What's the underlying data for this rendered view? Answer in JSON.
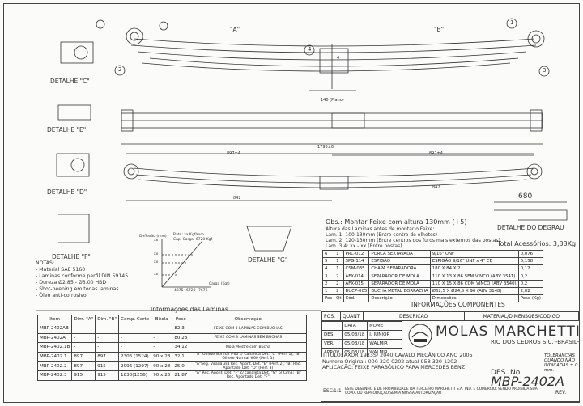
{
  "callouts": {
    "c1": "1",
    "c2": "2",
    "c3": "3",
    "c4": "4"
  },
  "views": {
    "a_label": "\"A\"",
    "b_label": "\"B\"",
    "detail_c": "DETALHE \"C\"",
    "detail_e": "DETALHE \"E\"",
    "detail_d": "DETALHE \"D\"",
    "detail_f": "DETALHE \"F\"",
    "detail_g": "DETALHE \"G\"",
    "detail_degrau": "DETALHE DO DEGRAU",
    "plano": "140 (Plano)",
    "dim_1796": "1796±6",
    "dim_897a": "897±4",
    "dim_897b": "897±4",
    "dim_842a": "842",
    "dim_842b": "842",
    "dim_680": "680",
    "dim_4": "4"
  },
  "load_chart": {
    "deflection_label": "Deflexão (mm)",
    "rate": "Rate: xx Kgf/mm",
    "cap": "Cap. Carga: 6720 Kgf",
    "load_label": "Carga (Kgf)",
    "x_ticks": [
      "4375",
      "6720",
      "7676"
    ],
    "y_ticks": [
      "xx",
      "xx",
      "xx",
      "xx"
    ]
  },
  "notes": {
    "title": "NOTAS:",
    "lines": [
      "- Material SAE 5160",
      "- Laminas conforme perfil DIN 59145",
      "- Dureza Ø2.85 - Ø3.00 HBD",
      "- Shot-peening em todas laminas",
      "- Óleo anti-corrosivo"
    ]
  },
  "obs": {
    "headline": "Obs.: Montar Feixe com altura 130mm (+5)",
    "lines": [
      "Altura das Laminas antes de montar o Feixe:",
      "Lam. 1: 100-130mm (Entre centro de olhetes)",
      "Lam. 2: 120-130mm (Entre centros dos furos mais externos das postas)",
      "Lam. 3,4: xx - xx (Entre postas)"
    ],
    "total": "Total Acessórios: 3,33Kg"
  },
  "components": {
    "title": "INFORMAÇÕES COMPONENTES",
    "headers": [
      "Pos",
      "Qt",
      "Cód.",
      "Descrição",
      "Dimensões",
      "Peso (Kg)"
    ],
    "rows": [
      [
        "6",
        "1",
        "PRC-012",
        "PORCA SEXTAVADA",
        "9/16\" UNF",
        "0,076"
      ],
      [
        "5",
        "1",
        "SPG-114",
        "ESPIGÃO",
        "ESPIGÃO 9/16\" UNF x 4\" CB",
        "0,158"
      ],
      [
        "4",
        "1",
        "CSM-035",
        "CHAPA SEPARADORA",
        "180 X 84 X 2",
        "0,12"
      ],
      [
        "3",
        "2",
        "AFX-014",
        "SEPARADOR DE MOLA",
        "110 X 13 X 86  SEM VINCO (ABV 3541)",
        "0,2"
      ],
      [
        "2",
        "2",
        "AFX-015",
        "SEPARADOR DE MOLA",
        "110 X 15 X 86  COM VINCO (ABV 3540)",
        "0,2"
      ],
      [
        "1",
        "2",
        "BUCP-005",
        "BUCHA METAL BORRACHA",
        "Ø62,5 X Ø24,5 X 96 (ABV 3148)",
        "2,02"
      ]
    ]
  },
  "laminas": {
    "title": "Informações das Laminas",
    "headers": [
      "Item",
      "Dim. \"A\"",
      "Dim. \"B\"",
      "Comp. Corte",
      "Bitola",
      "Peso",
      "Observação"
    ],
    "rows": [
      [
        "MBP-2402AB",
        "-",
        "-",
        "-",
        "-",
        "82,3",
        "FEIXE COM 3 LAMINAS COM BUCHAS"
      ],
      [
        "MBP-2402A",
        "-",
        "-",
        "-",
        "-",
        "80,28",
        "FEIXE COM 3 LAMINAS SEM BUCHAS"
      ],
      [
        "MBP-2402.1B",
        "-",
        "-",
        "-",
        "-",
        "34,12",
        "Mola Mestre com Bucha"
      ],
      [
        "MBP-2402.1",
        "897",
        "897",
        "2306 (1524)",
        "90 x 28",
        "32,1",
        "\"A\" Olhete Normal #60 c/ Canaleta Det. \"C\" (Perf. 1); \"B\" Olhete Normal #60 (Perf. 1)"
      ],
      [
        "MBP-2402.2",
        "897",
        "915",
        "2096 (1207)",
        "90 x 28",
        "25,0",
        "\"A\"Seg. Virada 3/4 Rec. Apont. Det. \"E\" (Perf. 2); \"B\" Rec. Apontado Det. \"D\" (Perf. 3)"
      ],
      [
        "MBP-2402.3",
        "915",
        "915",
        "1830(1256)",
        "90 x 26",
        "21,87",
        "\"A\" Rec. Apont. Det. \"F\" c/ canaleta Det. \"G\" p/ Cima; \"B\" Rec. Apontado Det. \"F\""
      ]
    ]
  },
  "title_block": {
    "pos": "POS.",
    "quant": "QUANT.",
    "descricao": "DESCRICAO",
    "material": "MATERIAL/DIMENSOES/CODIGO",
    "data": "DATA",
    "nome": "NOME",
    "des_label": "DES.",
    "des_date": "05/03/18",
    "des_name": "J. JUNIOR",
    "ver_label": "VER.",
    "ver_date": "05/03/18",
    "ver_name": "WALMIR",
    "aprov_label": "APROV.",
    "aprov_date": "05/03/18",
    "aprov_name": "WALMIR",
    "brand": "MOLAS MARCHETTI",
    "brand_sub": "RIO DOS CEDROS  S.C. -BRASIL-",
    "title_line": "TITULO: AXOR 1933S/ 2040 CAVALO MECÂNICO ANO 2005",
    "orig_line": "Numero Original: 000 320 0202 atual 958 320 1202",
    "app_line": "APLICAÇÃO: FEIXE PARABÓLICO PARA MERCEDES BENZ",
    "tolerance": "TOLERANCIAS QUANDO NÃO INDICADAS ± 0   mm.",
    "des_no": "DES. No.",
    "drawing_number": "MBP-2402A",
    "rev": "REV.",
    "esc": "ESC:",
    "esc_val": "1:1",
    "footer": "ESTE DESENHO É DE PROPRIEDADE DA TERCEIRO MARCHETTI S.A. IND. E COMERCIO, SENDO PROIBIDA SUA CÓPIA OU REPRODUÇÃO SEM A NOSSA AUTORIZAÇÃO"
  }
}
